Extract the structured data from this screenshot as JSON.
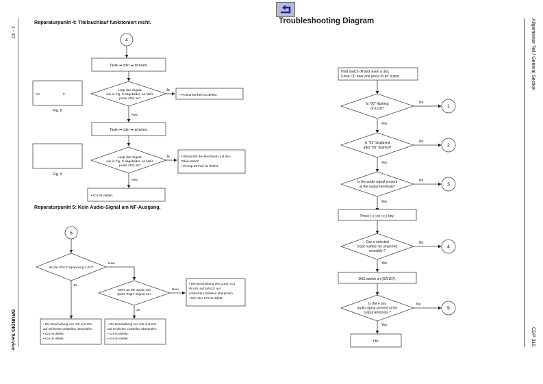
{
  "toolbar": {
    "back_button": "back-arrow-icon"
  },
  "page_title": "Troubleshooting Diagram",
  "margins": {
    "left_top": "1 - 10",
    "left_bottom": "GRUNDIG Service",
    "right_top": "Allgemeiner Teil / General Section",
    "right_bottom": "CDP 310"
  },
  "left": {
    "section4": {
      "heading": "Reparaturpunkt 4: Titelsuchlauf funktioniert nicht.",
      "connector": "4",
      "step1": "Taste ⏮ oder ⏭ drücken.",
      "decision1": [
        "Liegt das Signal,",
        "wie in Fig. 8 abgebildet, an Meß-",
        "punkt (TE) an?"
      ],
      "yes1": "Ja",
      "result1": "• Pickup-Einheit ist defekt.",
      "no1": "Nein",
      "step2": "Taste ⏮ oder ⏭ drücken.",
      "decision2": [
        "Liegt das Signal,",
        "wie in Fig. 9  abgebildet, an Meß-",
        "punkt (TE) an?"
      ],
      "yes2": "Ja",
      "result2": [
        "• Überprüfe die Mechanik und den",
        "  \"Sled-Motor\".",
        "• Pickup-Einheit ist defekt."
      ],
      "no2": "Nein",
      "result3": "• IC4 ist defekt.",
      "fig8_label": "Fig. 8",
      "fig8_vc": "VC",
      "fig8_zero": "0",
      "fig9_label": "Fig. 9"
    },
    "section5": {
      "heading": "Reparaturpunkt 5: Kein Audio-Signal am NF-Ausgang.",
      "connector": "5",
      "decision1": "Ist die SVCC-Spannung 4,5V?",
      "no1": "Nein",
      "yes1": "Ja",
      "decision2": [
        "Steht an der Basis von",
        "Q103 \"high\"-Signal an?"
      ],
      "no2": "Nein",
      "yes2": "Ja",
      "result_right": [
        "• Die Beschaltung des Q103, IC3",
        "  Pin 50 und SW107 auf",
        "  schlechte Lötstellen überprüfen.",
        "• IC2 oder IC3 ist defekt."
      ],
      "result_left": [
        "• Die Beschaltung von IC5 und IC6",
        "  auf schlechte Lötstellen überprüfen.",
        "• IC5 ist defekt.",
        "• IC6 ist defekt."
      ],
      "result_mid": [
        "• Die Beschaltung von IC5 und IC6",
        "  auf schlechte Lötstellen überprüfen.",
        "• IC5 ist defekt.",
        "• IC6 ist defekt."
      ]
    }
  },
  "right": {
    "start": [
      "Hold switch off and insert a disc.",
      "Close CD door and press PLAY button."
    ],
    "d1": [
      "Is \"00\" flashing",
      "on LCD?"
    ],
    "d2": [
      "Is \"01\" displayed",
      "after \"00\" flashed?"
    ],
    "d3": [
      "Is the audio signal present",
      "at the output terminals?"
    ],
    "press": "Press |◁◁ or ▷▷| key.",
    "d4": [
      "Can a selected",
      "track number be searched",
      "smoothly ?"
    ],
    "das": "DAS switch on (SW107).",
    "d5": [
      "Is there any",
      "audio signal present at the",
      "output terminals ?"
    ],
    "ok": "OK",
    "no": "No",
    "yes": "Yes",
    "connectors": [
      "1",
      "2",
      "3",
      "4",
      "5"
    ]
  }
}
